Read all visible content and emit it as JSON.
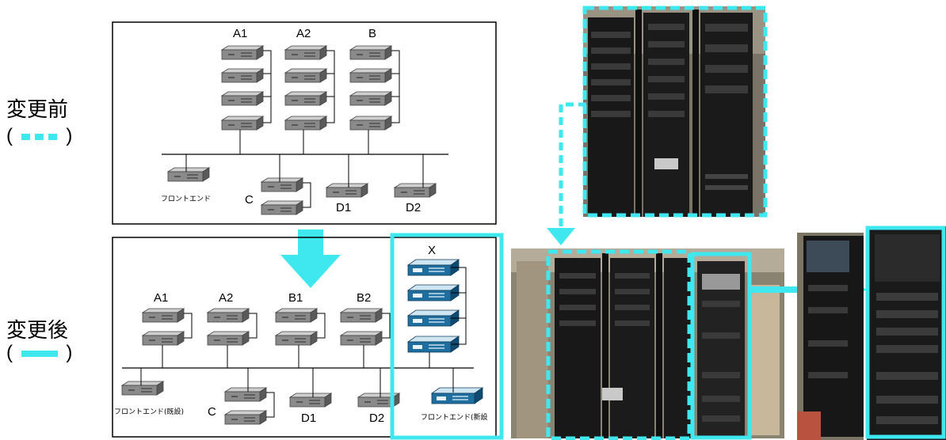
{
  "labels": {
    "before": "変更前",
    "before_paren_open": "(",
    "before_paren_close": ")",
    "after": "変更後",
    "after_paren_open": "(",
    "after_paren_close": ")"
  },
  "top_diagram": {
    "groups": [
      "A1",
      "A2",
      "B"
    ],
    "frontend": "フロントエンド",
    "c": "C",
    "d1": "D1",
    "d2": "D2"
  },
  "bottom_diagram": {
    "groups": [
      "A1",
      "A2",
      "B1",
      "B2"
    ],
    "x": "X",
    "frontend_existing": "フロントエンド(既設)",
    "frontend_new": "フロントエンド(新設",
    "c": "C",
    "d1": "D1",
    "d2": "D2"
  },
  "colors": {
    "accent_cyan": "#3fe8ef",
    "server_gray": "#8a8a8a",
    "server_blue": "#1f6ea0"
  }
}
